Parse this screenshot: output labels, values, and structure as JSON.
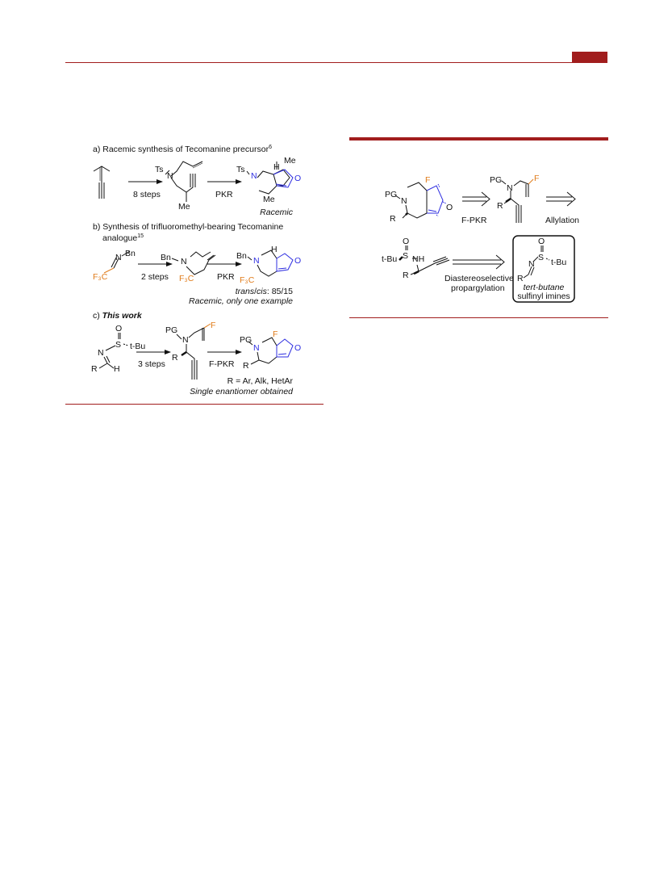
{
  "scheme_left": {
    "a": {
      "title": "a) Racemic synthesis of Tecomanine precursor",
      "title_ref": "6",
      "arrow1": "8 steps",
      "arrow2": "PKR",
      "footer": "Racemic",
      "atoms": {
        "ts1": "Ts",
        "n1": "N",
        "me1": "Me",
        "ts2": "Ts",
        "n2": "N",
        "h": "H",
        "me2": "Me",
        "me3": "Me",
        "o": "O"
      }
    },
    "b": {
      "title_line1": "b) Synthesis of trifluoromethyl-bearing Tecomanine",
      "title_line2": "analogue",
      "title_ref": "15",
      "arrow1": "2 steps",
      "arrow2": "PKR",
      "footer1_italic": "trans",
      "footer1_sep": "/",
      "footer1_italic2": "cis",
      "footer1_rest": ": 85/15",
      "footer2": "Racemic, only one example",
      "atoms": {
        "n1": "N",
        "bn1": "Bn",
        "cf3a": "F₃C",
        "bn2": "Bn",
        "n2": "N",
        "cf3b": "F₃C",
        "bn3": "Bn",
        "n3": "N",
        "cf3c": "F₃C",
        "h": "H",
        "o": "O"
      }
    },
    "c": {
      "title_prefix": "c) ",
      "title_bold": "This work",
      "arrow1": "3 steps",
      "arrow2": "F-PKR",
      "footer1": "R = Ar, Alk, HetAr",
      "footer2": "Single enantiomer obtained",
      "atoms": {
        "o": "O",
        "s": "S",
        "tbu": "t-Bu",
        "n1": "N",
        "r1": "R",
        "h": "H",
        "pg1": "PG",
        "n2": "N",
        "f1": "F",
        "r2": "R",
        "pg2": "PG",
        "n3": "N",
        "f2": "F",
        "r3": "R",
        "o2": "O"
      }
    }
  },
  "scheme_right": {
    "arrow_fpkr": "F-PKR",
    "arrow_allylation": "Allylation",
    "arrow_prop1": "Diastereoselective",
    "arrow_prop2": "propargylation",
    "box1": "tert-butane",
    "box2": "sulfinyl imines",
    "atoms": {
      "pg1": "PG",
      "n1": "N",
      "f1": "F",
      "o1": "O",
      "r1": "R",
      "pg2": "PG",
      "n2": "N",
      "f2": "F",
      "r2": "R",
      "o3": "O",
      "s1": "S",
      "tbu1": "t-Bu",
      "nh": "NH",
      "r3": "R",
      "o4": "O",
      "s2": "S",
      "n3": "N",
      "tbu2": "t-Bu",
      "r4": "R"
    }
  }
}
